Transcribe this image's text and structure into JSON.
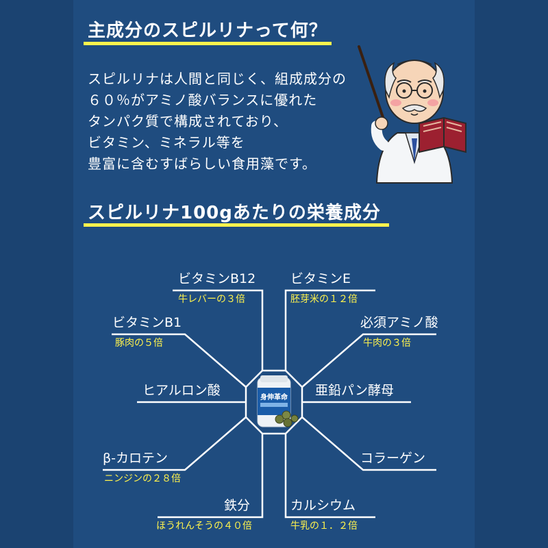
{
  "section1": {
    "heading": "主成分のスピルリナって何？",
    "paragraph": [
      "スピルリナは人間と同じく、組成成分の",
      "６０％がアミノ酸バランスに優れた",
      "タンパク質で構成されており、",
      "ビタミン、ミネラル等を",
      "豊富に含むすばらしい食用藻です。"
    ]
  },
  "section2": {
    "heading": "スピルリナ100gあたりの栄養成分"
  },
  "product": {
    "label": "身伸革命"
  },
  "nutrients": [
    {
      "name": "ビタミンB12",
      "comparison": "牛レバーの３倍"
    },
    {
      "name": "ビタミンE",
      "comparison": "胚芽米の１２倍"
    },
    {
      "name": "ビタミンB1",
      "comparison": "豚肉の５倍"
    },
    {
      "name": "必須アミノ酸",
      "comparison": "牛肉の３倍"
    },
    {
      "name": "ヒアルロン酸",
      "comparison": ""
    },
    {
      "name": "亜鉛パン酵母",
      "comparison": ""
    },
    {
      "name": "β-カロテン",
      "comparison": "ニンジンの２８倍"
    },
    {
      "name": "コラーゲン",
      "comparison": ""
    },
    {
      "name": "鉄分",
      "comparison": "ほうれんそうの４０倍"
    },
    {
      "name": "カルシウム",
      "comparison": "牛乳の１．２倍"
    }
  ],
  "colors": {
    "background": "#1f4c7f",
    "accent": "#fff34d",
    "text": "#ffffff"
  }
}
